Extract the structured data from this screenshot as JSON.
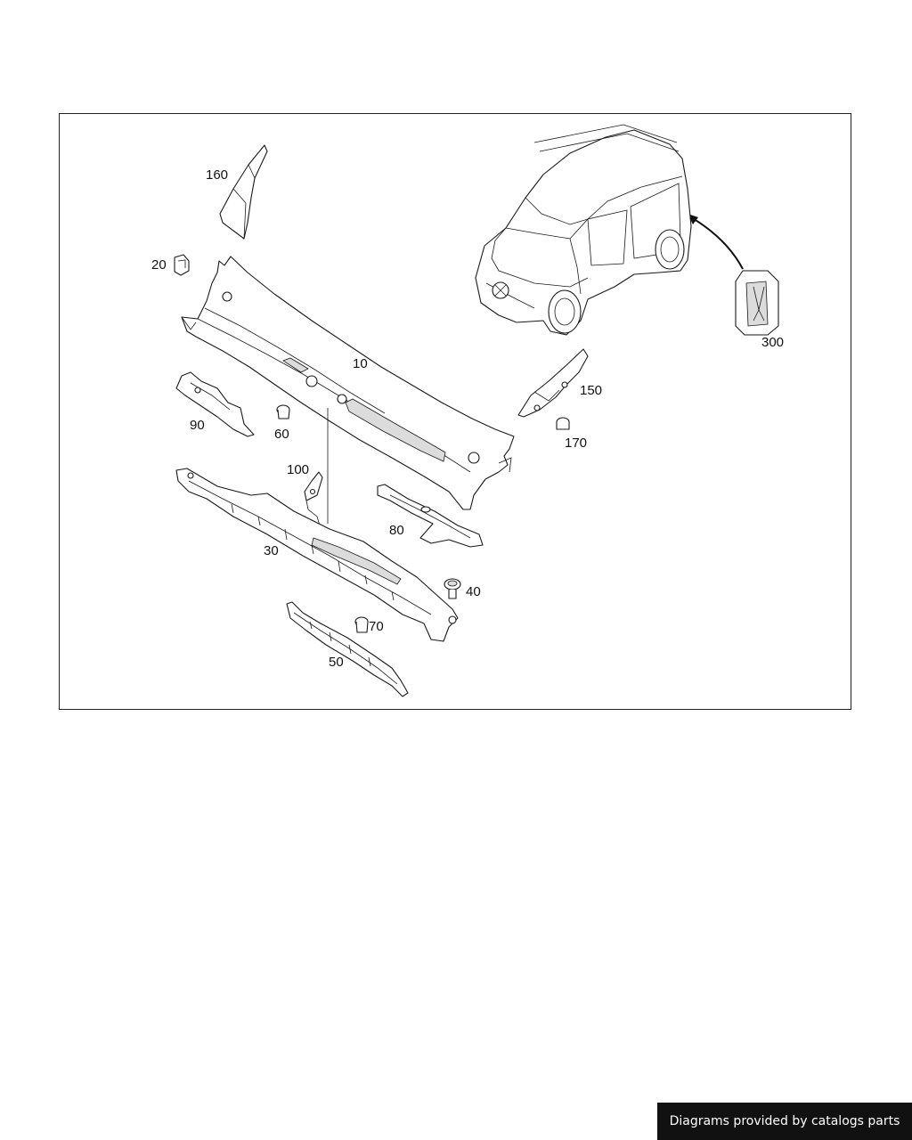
{
  "diagram": {
    "callouts": [
      {
        "id": "160",
        "text": "160"
      },
      {
        "id": "20",
        "text": "20"
      },
      {
        "id": "10",
        "text": "10"
      },
      {
        "id": "300",
        "text": "300"
      },
      {
        "id": "150",
        "text": "150"
      },
      {
        "id": "90",
        "text": "90"
      },
      {
        "id": "60",
        "text": "60"
      },
      {
        "id": "170",
        "text": "170"
      },
      {
        "id": "100",
        "text": "100"
      },
      {
        "id": "80",
        "text": "80"
      },
      {
        "id": "30",
        "text": "30"
      },
      {
        "id": "40",
        "text": "40"
      },
      {
        "id": "70",
        "text": "70"
      },
      {
        "id": "50",
        "text": "50"
      }
    ]
  },
  "footer": {
    "credit": "Diagrams provided by catalogs parts"
  }
}
